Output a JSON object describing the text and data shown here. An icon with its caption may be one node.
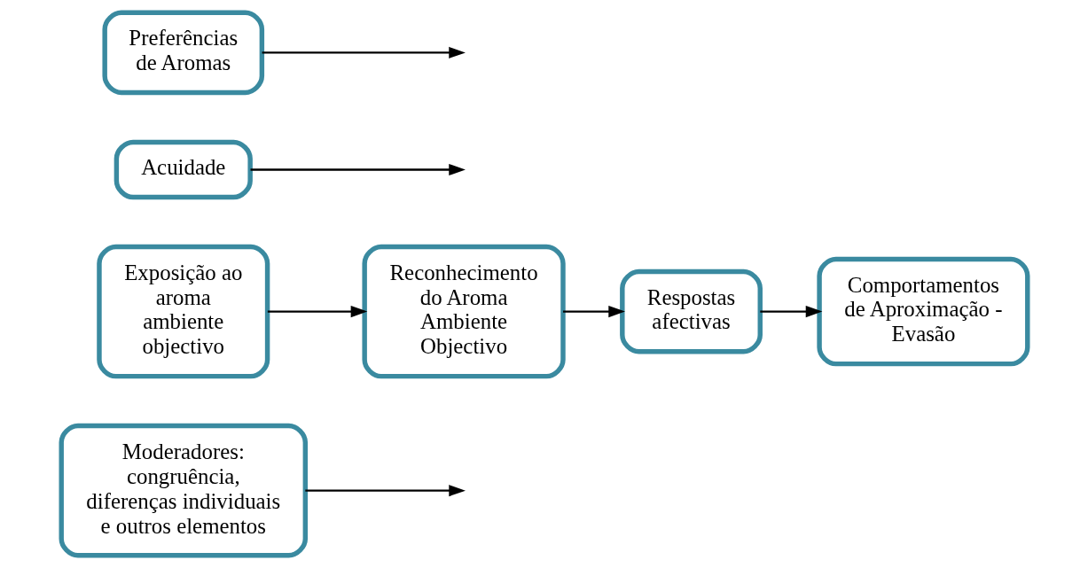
{
  "diagram": {
    "nodes": [
      {
        "text": [
          "Moderadores: congruência, diferenças individuais e outros elementos"
        ]
      },
      {
        "text": [
          "Exposição ao aroma ambiente objectivo"
        ]
      },
      {
        "text": [
          "Reconhecimento do Aroma Ambiente Objectivo"
        ]
      },
      {
        "text": [
          "Respostas afectivas"
        ]
      },
      {
        "text": [
          "Comportamentos de Aproximação - Evasão"
        ]
      },
      {
        "text": [
          "Acuidade"
        ]
      },
      {
        "text": [
          "Preferências de Aromas"
        ]
      }
    ],
    "edges": [
      {
        "from": 1,
        "to": 2,
        "arrow": "to"
      },
      {
        "from": 5,
        "to": null,
        "arrow": "to"
      },
      {
        "from": 2,
        "to": 3,
        "arrow": "to"
      },
      {
        "from": 0,
        "to": null,
        "arrow": "to"
      },
      {
        "from": 6,
        "to": null,
        "arrow": "to"
      },
      {
        "from": 3,
        "to": 4,
        "arrow": "to"
      }
    ]
  }
}
